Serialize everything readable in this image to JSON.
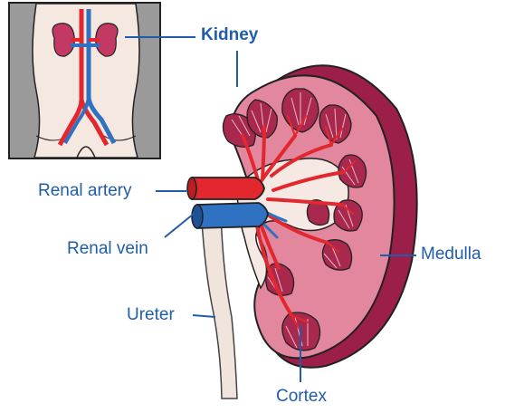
{
  "labels": {
    "kidney": "Kidney",
    "renal_artery": "Renal artery",
    "renal_vein": "Renal vein",
    "ureter": "Ureter",
    "medulla": "Medulla",
    "cortex": "Cortex"
  },
  "colors": {
    "label_blue": "#1f5da8",
    "kidney_outer": "#c23a63",
    "kidney_rim": "#9b1f48",
    "cortex_fill": "#e3879f",
    "pelvis_fill": "#f6e9e4",
    "pyramid_fill": "#a8284e",
    "artery_red": "#e2282e",
    "vein_blue": "#2f72c2",
    "inset_bg": "#f4e8e0",
    "inset_gray": "#9a9a9a",
    "outline": "#222222"
  }
}
